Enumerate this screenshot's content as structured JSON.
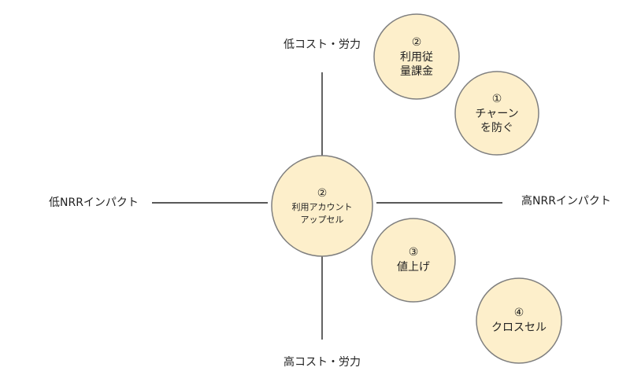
{
  "axes": {
    "top_label": "低コスト・労力",
    "bottom_label": "高コスト・労力",
    "left_label": "低NRRインパクト",
    "right_label": "高NRRインパクト"
  },
  "bubbles": {
    "center": {
      "number": "②",
      "line1": "利用アカウント",
      "line2": "アップセル"
    },
    "top": {
      "number": "②",
      "line1": "利用従",
      "line2": "量課金"
    },
    "top_right": {
      "number": "①",
      "line1": "チャーン",
      "line2": "を防ぐ"
    },
    "middle_right": {
      "number": "③",
      "line1": "値上げ"
    },
    "bottom_right": {
      "number": "④",
      "line1": "クロスセル"
    }
  },
  "colors": {
    "bubble_fill": "#fdefcb",
    "bubble_stroke": "#7f7f7f",
    "axis": "#222222"
  }
}
